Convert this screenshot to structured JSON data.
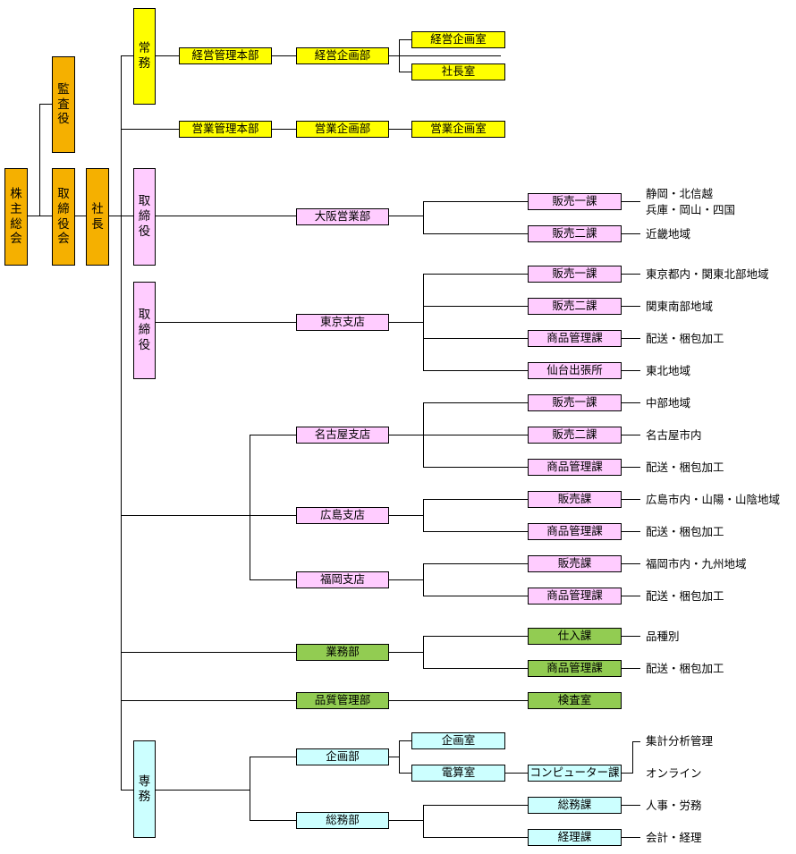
{
  "top": {
    "shareholders": "株主総会",
    "auditor": "監査役",
    "board": "取締役会",
    "president": "社長"
  },
  "officers": {
    "managing": "常務",
    "director_osaka": "取締役",
    "director_tokyo": "取締役",
    "senmu": "専務"
  },
  "management": {
    "hq": "経営管理本部",
    "planning_dept": "経営企画部",
    "planning_office": "経営企画室",
    "president_office": "社長室"
  },
  "sales_mgmt": {
    "hq": "営業管理本部",
    "planning_dept": "営業企画部",
    "planning_office": "営業企画室"
  },
  "osaka": {
    "name": "大阪営業部",
    "sales1": "販売一課",
    "sales1_area": [
      "静岡・北信越",
      "兵庫・岡山・四国"
    ],
    "sales2": "販売二課",
    "sales2_area": "近畿地域"
  },
  "tokyo": {
    "name": "東京支店",
    "sales1": "販売一課",
    "sales1_area": "東京都内・関東北部地域",
    "sales2": "販売二課",
    "sales2_area": "関東南部地域",
    "goods": "商品管理課",
    "goods_area": "配送・梱包加工",
    "sendai": "仙台出張所",
    "sendai_area": "東北地域"
  },
  "nagoya": {
    "name": "名古屋支店",
    "sales1": "販売一課",
    "sales1_area": "中部地域",
    "sales2": "販売二課",
    "sales2_area": "名古屋市内",
    "goods": "商品管理課",
    "goods_area": "配送・梱包加工"
  },
  "hiroshima": {
    "name": "広島支店",
    "sales": "販売課",
    "sales_area": "広島市内・山陽・山陰地域",
    "goods": "商品管理課",
    "goods_area": "配送・梱包加工"
  },
  "fukuoka": {
    "name": "福岡支店",
    "sales": "販売課",
    "sales_area": "福岡市内・九州地域",
    "goods": "商品管理課",
    "goods_area": "配送・梱包加工"
  },
  "operations": {
    "name": "業務部",
    "purchase": "仕入課",
    "purchase_area": "品種別",
    "goods": "商品管理課",
    "goods_area": "配送・梱包加工"
  },
  "quality": {
    "name": "品質管理部",
    "inspection": "検査室"
  },
  "planning": {
    "name": "企画部",
    "office": "企画室",
    "computing": "電算室",
    "computer_section": "コンピューター課",
    "computer_tasks": [
      "集計分析管理",
      "オンライン"
    ]
  },
  "general": {
    "name": "総務部",
    "general_section": "総務課",
    "general_area": "人事・労務",
    "accounting": "経理課",
    "accounting_area": "会計・経理"
  },
  "colors": {
    "executive": "#f5b000",
    "management": "#ffff00",
    "sales": "#ffccff",
    "operations": "#92cc52",
    "admin": "#ccffff"
  }
}
